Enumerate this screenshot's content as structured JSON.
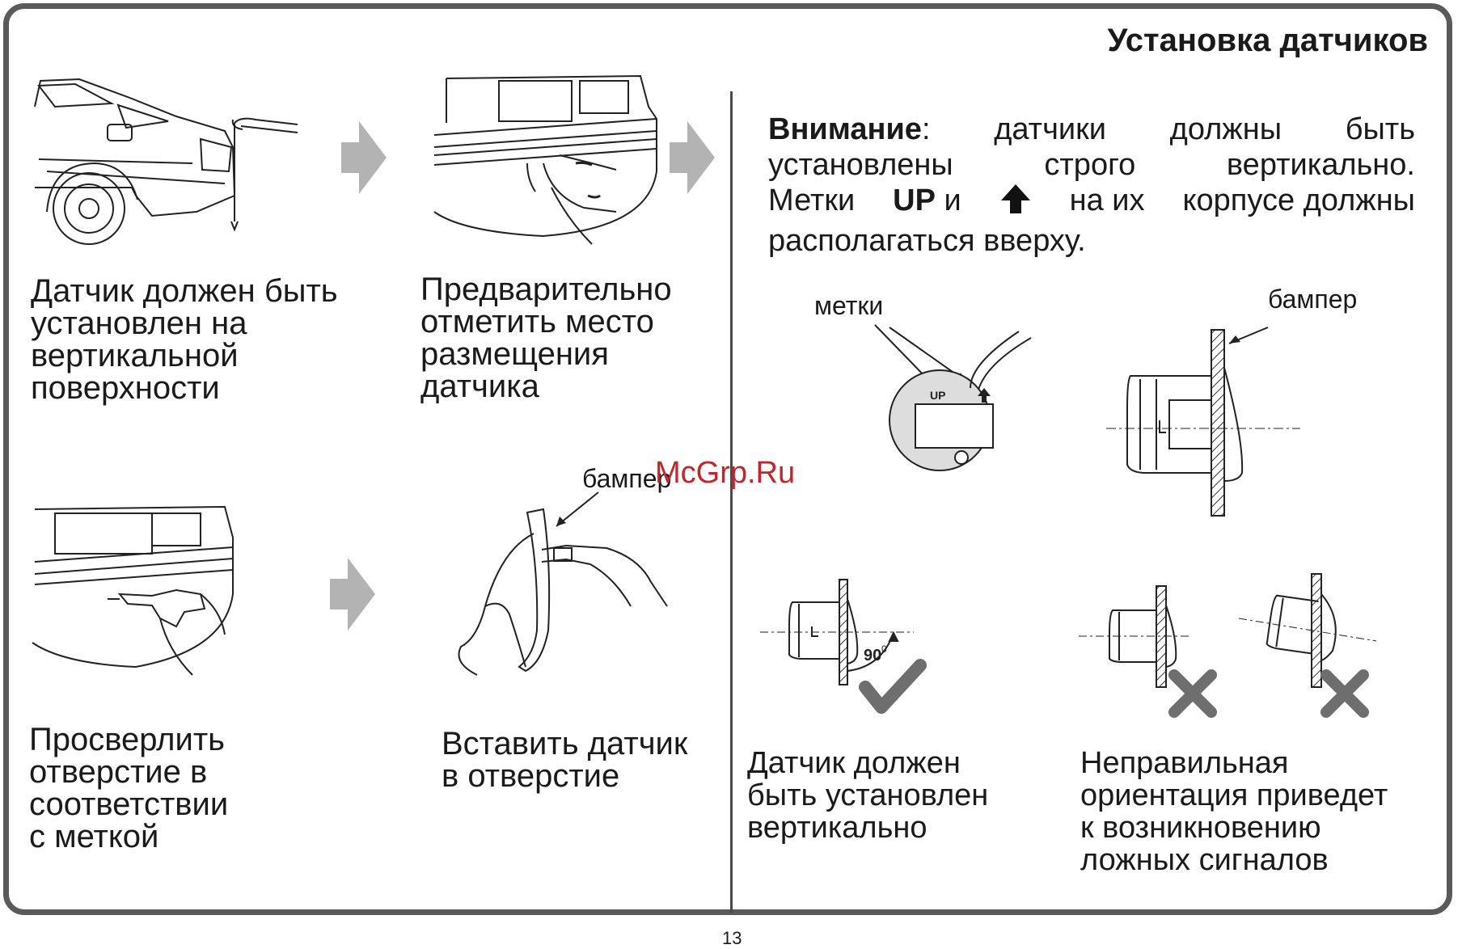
{
  "title": "Установка датчиков",
  "steps": [
    {
      "text": "Датчик должен быть\nустановлен на\nвертикальной\nповерхности"
    },
    {
      "text": "Предварительно\nотметить место\nразмещения\nдатчика"
    },
    {
      "text": "Просверлить\nотверстие в\nсоответствии\nс меткой"
    },
    {
      "text": "Вставить датчик\nв отверстие"
    }
  ],
  "attention": {
    "label": "Внимание",
    "colon": ":",
    "line1_words": [
      "датчики",
      "должны",
      "быть"
    ],
    "line2_words": [
      "установлены",
      "строго",
      "вертикально."
    ],
    "line3_start": "Метки",
    "line3_up": "UP",
    "line3_and": "и",
    "line3_end_words": [
      "на их",
      "корпусе должны"
    ],
    "line4": "располагаться вверху."
  },
  "labels": {
    "marks": "метки",
    "bumper": "бампер",
    "bumper2": "бампер",
    "up_badge": "UP",
    "angle": "90",
    "angle_sup": "0"
  },
  "captions": {
    "correct": "Датчик должен\nбыть установлен\nвертикально",
    "wrong": "Неправильная\nориентация приведет\nк возникновению\nложных сигналов"
  },
  "watermark": "McGrp.Ru",
  "page_number": "13",
  "colors": {
    "frame": "#5a5a5a",
    "arrow": "#b3b3b3",
    "mark": "#6e6e6e",
    "watermark": "#c0262b"
  }
}
